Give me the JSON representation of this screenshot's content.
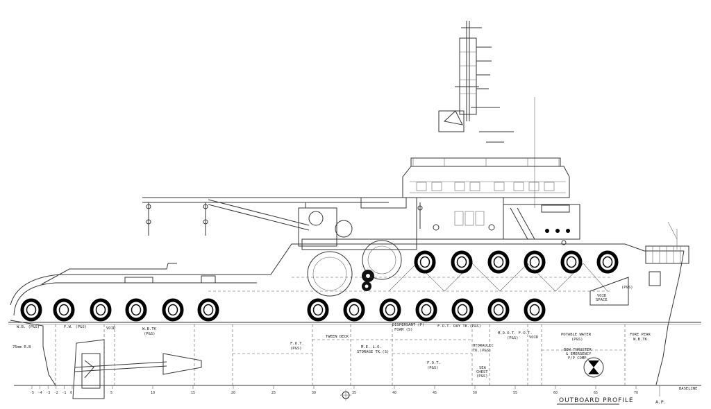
{
  "drawing": {
    "title": "OUTBOARD PROFILE",
    "baseline_label": "BASELINE",
    "ap_label": "A.P.",
    "rudder_label": "75mm R.B"
  },
  "compartments": [
    {
      "id": "wb-aft",
      "lines": [
        "W.B. (P&S)"
      ]
    },
    {
      "id": "fw",
      "lines": [
        "F.W. (P&S)"
      ]
    },
    {
      "id": "void-aft",
      "lines": [
        "VOID"
      ]
    },
    {
      "id": "wb-tk",
      "lines": [
        "W.B.TK",
        "(P&S)"
      ]
    },
    {
      "id": "fot-1",
      "lines": [
        "F.O.T.",
        "(P&S)"
      ]
    },
    {
      "id": "tween-deck",
      "lines": [
        "TWEEN DECK"
      ]
    },
    {
      "id": "me-lo",
      "lines": [
        "M.E. L.O.",
        "STORAGE TK.(S)"
      ]
    },
    {
      "id": "fot-2",
      "lines": [
        "F.O.T.",
        "(P&S)"
      ]
    },
    {
      "id": "hyd",
      "lines": [
        "HYDRAULIC",
        "TK.(P&S)"
      ]
    },
    {
      "id": "sea-chest",
      "lines": [
        "SEA",
        "CHEST",
        "(P&S)"
      ]
    },
    {
      "id": "dispersant",
      "lines": [
        "DISPERSANT (P)",
        "FOAM (S)"
      ]
    },
    {
      "id": "fot-day",
      "lines": [
        "F.O.T. DAY TK.(P&S)"
      ]
    },
    {
      "id": "mdo",
      "lines": [
        "M.D.O.T. F.O.T.",
        "(P&S)"
      ]
    },
    {
      "id": "void-fwd",
      "lines": [
        "VOID"
      ]
    },
    {
      "id": "potable",
      "lines": [
        "POTABLE WATER",
        "(P&S)"
      ]
    },
    {
      "id": "bow-thruster",
      "lines": [
        "BOW THRUSTER",
        "& EMERGENCY",
        "F/P COMP."
      ]
    },
    {
      "id": "fore-peak",
      "lines": [
        "FORE PEAK",
        "W.B.TK"
      ]
    },
    {
      "id": "void-space",
      "lines": [
        "VOID",
        "SPACE"
      ]
    },
    {
      "id": "ps-tag",
      "lines": [
        "(P&S)"
      ]
    }
  ],
  "frame_ticks": [
    "-5",
    "-4",
    "-3",
    "-2",
    "-1",
    "0",
    "5",
    "10",
    "15",
    "20",
    "25",
    "30",
    "35",
    "40",
    "45",
    "50",
    "55",
    "60",
    "65",
    "70"
  ],
  "colors": {
    "line": "#333333",
    "tyre": "#000000",
    "background": "#ffffff"
  }
}
